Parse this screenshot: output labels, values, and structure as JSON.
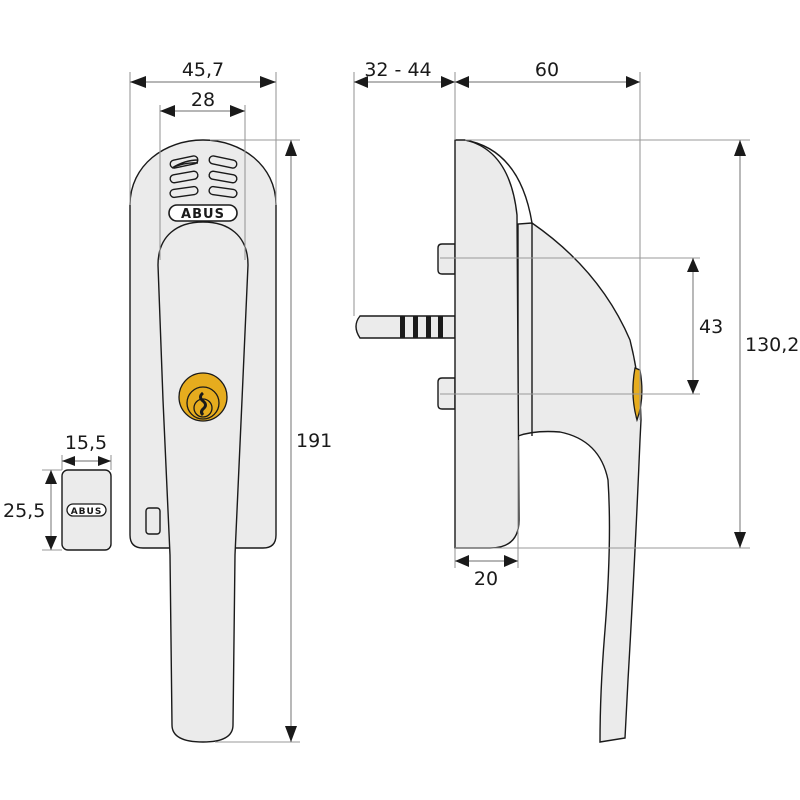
{
  "figure": {
    "subject": "ABUS lockable window handle technical drawing",
    "brand_logo": "ABUS",
    "colors": {
      "body": "#ebebeb",
      "outline": "#1a1a1a",
      "cylinder_brass": "#e6ac1e",
      "dimension_line": "#8a8a8a"
    }
  },
  "front_view": {
    "dimensions": {
      "overall_width": "45,7",
      "inner_width": "28",
      "overall_height": "191"
    }
  },
  "cap_view": {
    "dimensions": {
      "width": "15,5",
      "height": "25,5"
    }
  },
  "side_view": {
    "dimensions": {
      "spindle_length": "32 - 44",
      "depth": "60",
      "screw_spacing": "43",
      "rosette_height": "130,2",
      "rosette_depth": "20"
    }
  }
}
